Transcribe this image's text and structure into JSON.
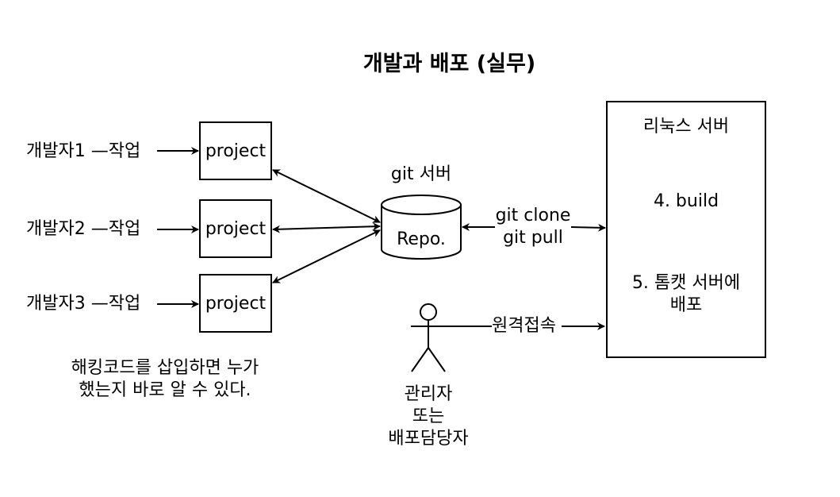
{
  "title": "개발과 배포 (실무)",
  "developers": [
    {
      "name": "개발자1",
      "action": "작업",
      "project": "project"
    },
    {
      "name": "개발자2",
      "action": "작업",
      "project": "project"
    },
    {
      "name": "개발자3",
      "action": "작업",
      "project": "project"
    }
  ],
  "hacking_note": {
    "line1": "해킹코드를 삽입하면 누가",
    "line2": "했는지 바로 알 수 있다."
  },
  "git_server": {
    "title": "git 서버",
    "repo": "Repo."
  },
  "git_commands": {
    "clone": "git clone",
    "pull": "git pull"
  },
  "linux_server": {
    "title": "리눅스 서버",
    "step4": "4. build",
    "step5_line1": "5. 톰캣 서버에",
    "step5_line2": "배포"
  },
  "admin": {
    "line1": "관리자",
    "line2": "또는",
    "line3": "배포담당자",
    "remote": "원격접속"
  }
}
